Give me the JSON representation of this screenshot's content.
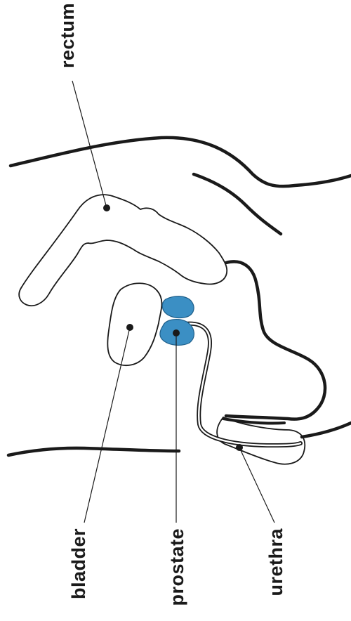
{
  "labels": {
    "rectum": "rectum",
    "bladder": "bladder",
    "prostate": "prostate",
    "urethra": "urethra"
  },
  "colors": {
    "outline": "#1a1a1a",
    "prostate_fill": "#3b8fc4",
    "prostate_stroke": "#1f5f8a"
  }
}
